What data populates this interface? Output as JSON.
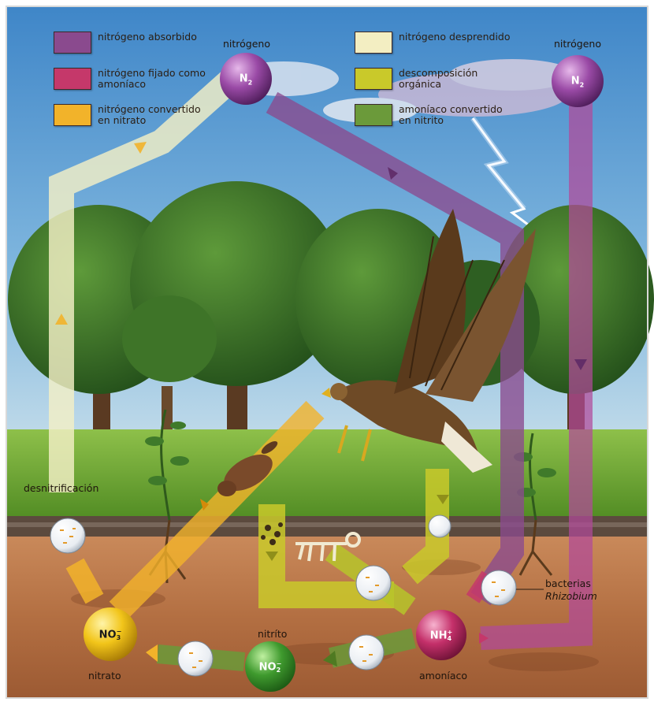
{
  "legend": [
    {
      "id": "absorbed",
      "text": "nitrógeno absorbido",
      "color": "#8a4a8e"
    },
    {
      "id": "fixed",
      "text": "nitrógeno fijado como amoníaco",
      "color": "#c5386a"
    },
    {
      "id": "nitrate",
      "text": "nitrógeno convertido en nitrato",
      "color": "#f2b32a"
    },
    {
      "id": "released",
      "text": "nitrógeno desprendido",
      "color": "#f3eec2"
    },
    {
      "id": "decomposition",
      "text": "descomposición orgánica",
      "color": "#c9c92a"
    },
    {
      "id": "nitrite_conv",
      "text": "amoníaco convertido en nitrito",
      "color": "#6b9a3a"
    }
  ],
  "labels": {
    "nitrogen_left": "nitrógeno",
    "nitrogen_right": "nitrógeno",
    "denitrification": "desnitrificación",
    "bacteria": "bacterias",
    "rhizobium": "Rhizobium",
    "nitrite": "nitríto",
    "nitrate": "nitrato",
    "ammonia": "amoníaco"
  },
  "molecules": {
    "n2_left": {
      "base": "N",
      "sub": "2",
      "sup": ""
    },
    "n2_right": {
      "base": "N",
      "sub": "2",
      "sup": ""
    },
    "no3": {
      "base": "NO",
      "sub": "3",
      "sup": "−"
    },
    "no2": {
      "base": "NO",
      "sub": "2",
      "sup": "−"
    },
    "nh4": {
      "base": "NH",
      "sub": "4",
      "sup": "+"
    }
  }
}
